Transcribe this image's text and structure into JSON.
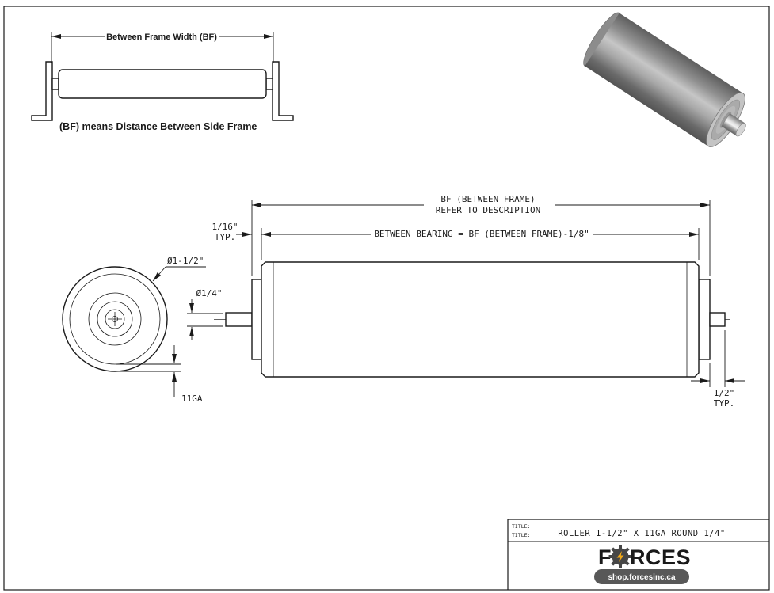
{
  "inset": {
    "dim_label": "Between Frame Width (BF)",
    "caption": "(BF) means Distance Between Side Frame"
  },
  "dimensions": {
    "bf_line1": "BF (BETWEEN FRAME)",
    "bf_line2": "REFER TO DESCRIPTION",
    "between_bearing": "BETWEEN BEARING = BF (BETWEEN FRAME)-1/8\"",
    "gap_left": "1/16\"",
    "gap_left_typ": "TYP.",
    "roller_dia": "Ø1-1/2\"",
    "shaft_dia": "Ø1/4\"",
    "wall_gauge": "11GA",
    "shaft_ext": "1/2\"",
    "shaft_ext_typ": "TYP."
  },
  "title_block": {
    "label_row1": "TITLE:",
    "label_row2": "TITLE:",
    "title": "ROLLER 1-1/2\" X 11GA ROUND 1/4\"",
    "brand_prefix": "F",
    "brand_suffix": "RCES",
    "website": "shop.forcesinc.ca",
    "brand_color": "#464646",
    "accent_color": "#f0a818"
  },
  "icons": {
    "logo": "gear-with-lightning-bolt"
  }
}
